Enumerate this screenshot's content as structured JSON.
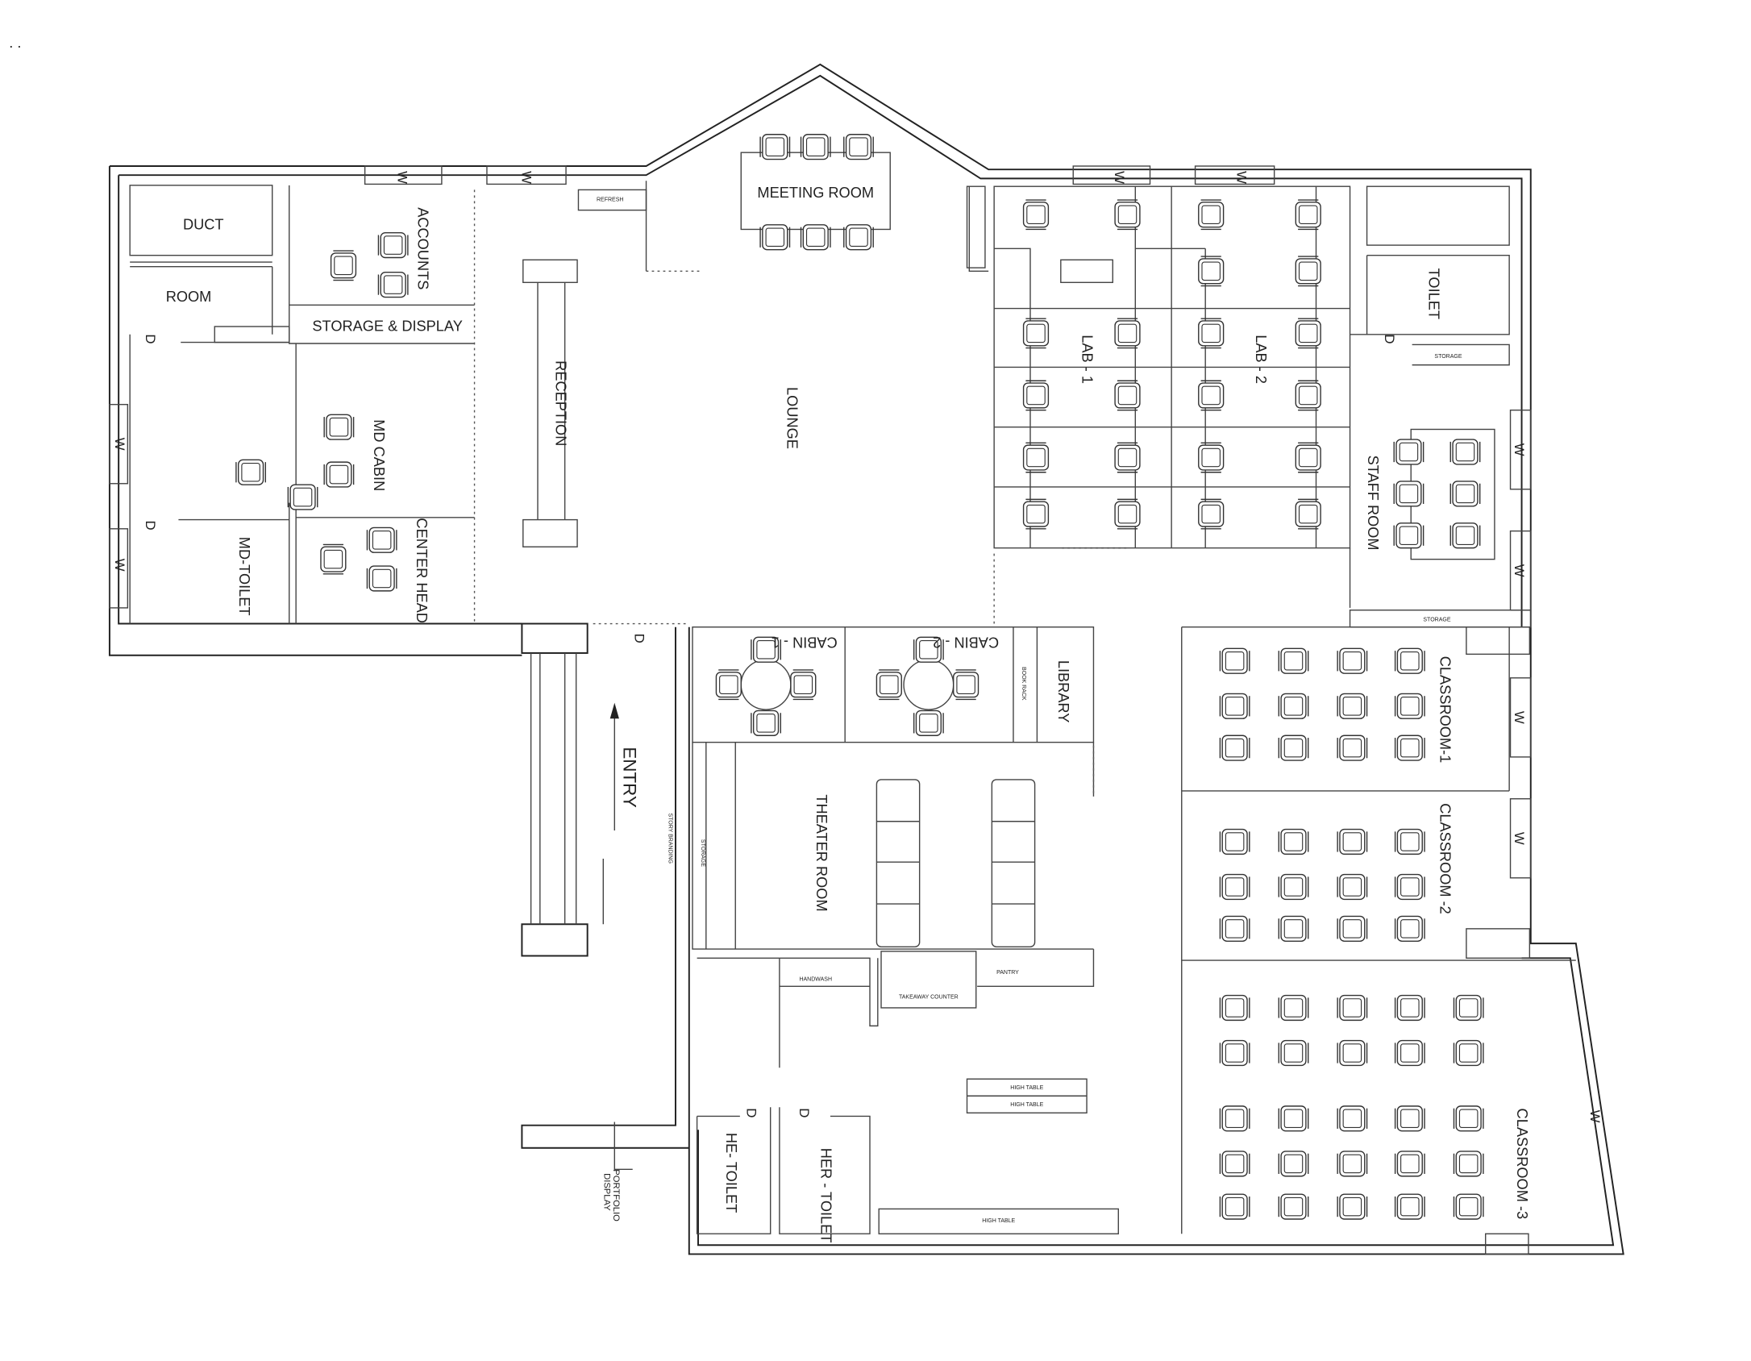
{
  "corner_mark": ". .",
  "rooms": {
    "duct": "DUCT",
    "room": "ROOM",
    "accounts": "ACCOUNTS",
    "storage_display": "STORAGE & DISPLAY",
    "md_cabin": "MD CABIN",
    "md_toilet": "MD-TOILET",
    "center_head": "CENTER HEAD",
    "reception": "RECEPTION",
    "lounge": "LOUNGE",
    "meeting_room": "MEETING ROOM",
    "refresh": "REFRESH",
    "lab1": "LAB - 1",
    "lab2": "LAB - 2",
    "toilet": "TOILET",
    "storage_top": "STORAGE",
    "staff_room": "STAFF ROOM",
    "storage_bottom": "STORAGE",
    "classroom1": "CLASSROOM-1",
    "classroom2": "CLASSROOM -2",
    "classroom3": "CLASSROOM -3",
    "cabin1": "CABIN - 1",
    "cabin2": "CABIN - 2",
    "book_rack": "BOOK RACK",
    "library": "LIBRARY",
    "theater_room": "THEATER ROOM",
    "entry": "ENTRY",
    "story_branding": "STORY BRANDING",
    "storage_theater": "STORAGE",
    "handwash": "HANDWASH",
    "takeaway_counter": "TAKEAWAY COUNTER",
    "pantry": "PANTRY",
    "high_table_1": "HIGH TABLE",
    "high_table_2": "HIGH TABLE",
    "high_table_3": "HIGH TABLE",
    "he_toilet": "HE- TOILET",
    "her_toilet": "HER - TOILET",
    "portfolio_line1": "PORTFOLIO",
    "portfolio_line2": "DISPLAY"
  },
  "door_mark": "D",
  "window_mark": "W"
}
